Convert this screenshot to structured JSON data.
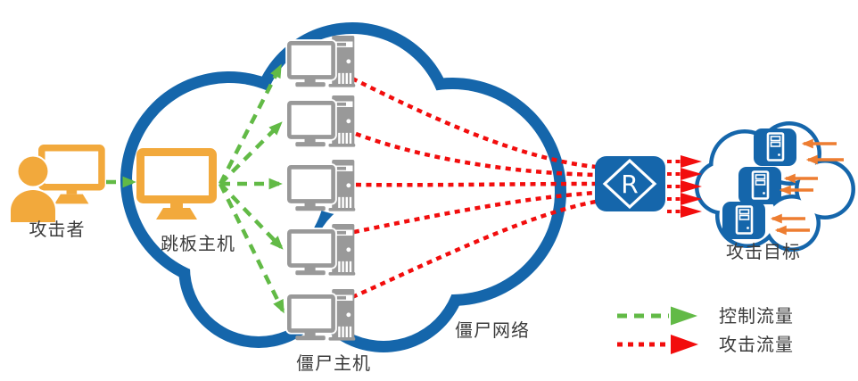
{
  "nodes": {
    "attacker": {
      "label": "攻击者"
    },
    "springboard": {
      "label": "跳板主机"
    },
    "zombie_host": {
      "label": "僵尸主机",
      "count": 5
    },
    "botnet": {
      "label": "僵尸网络"
    },
    "router": {
      "letter": "R"
    },
    "target": {
      "label": "攻击目标",
      "server_count": 3
    }
  },
  "legend": {
    "items": [
      {
        "name": "control-traffic",
        "label": "控制流量",
        "color": "#62BA46",
        "style": "dashed-green-arrow"
      },
      {
        "name": "attack-traffic",
        "label": "攻击流量",
        "color": "#F20D0D",
        "style": "dotted-red-arrow"
      }
    ]
  },
  "colors": {
    "cloud_blue": "#1566AB",
    "host_yellow": "#F2A93C",
    "control_green": "#62BA46",
    "attack_red": "#F20D0D",
    "pc_gray": "#999999",
    "hit_orange": "#ED7D31",
    "text": "#3C3C3C"
  }
}
